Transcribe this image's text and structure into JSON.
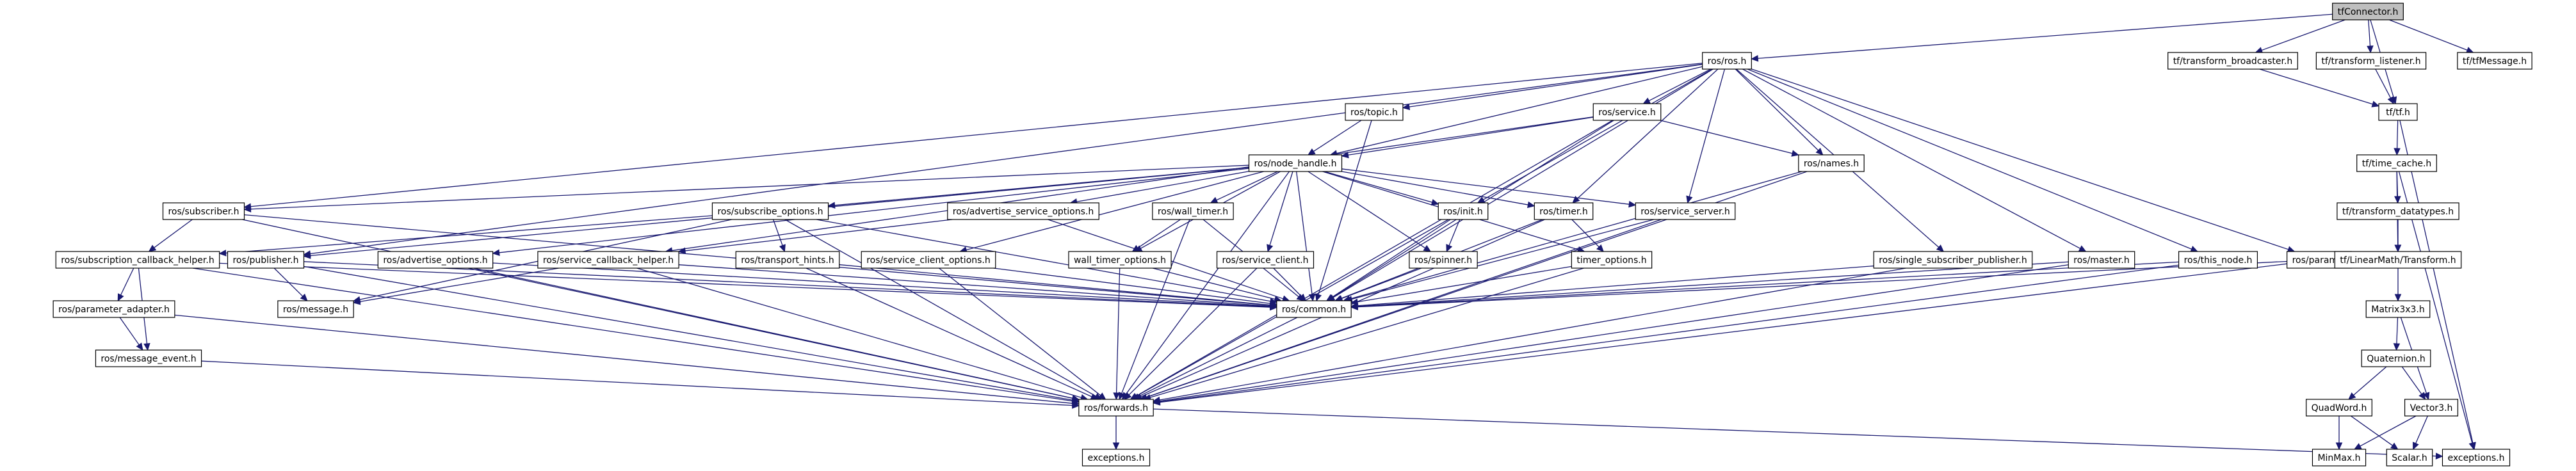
{
  "colors": {
    "edge": "#191970",
    "node_border": "#000000",
    "root_fill": "#bfbfbf",
    "node_fill": "#ffffff",
    "external_border": "#bfbfbf",
    "text": "#000000"
  },
  "nodes": [
    {
      "id": "tfconnector",
      "label": "tfConnector.h",
      "kind": "root"
    },
    {
      "id": "ros",
      "label": "ros/ros.h",
      "kind": "normal"
    },
    {
      "id": "tf_broadcaster",
      "label": "tf/transform_broadcaster.h",
      "kind": "normal"
    },
    {
      "id": "tf_listener",
      "label": "tf/transform_listener.h",
      "kind": "normal"
    },
    {
      "id": "tfmessage",
      "label": "tf/tfMessage.h",
      "kind": "external"
    },
    {
      "id": "topic",
      "label": "ros/topic.h",
      "kind": "normal"
    },
    {
      "id": "service",
      "label": "ros/service.h",
      "kind": "normal"
    },
    {
      "id": "tf_tf",
      "label": "tf/tf.h",
      "kind": "normal"
    },
    {
      "id": "node_handle",
      "label": "ros/node_handle.h",
      "kind": "normal"
    },
    {
      "id": "names",
      "label": "ros/names.h",
      "kind": "normal"
    },
    {
      "id": "time_cache",
      "label": "tf/time_cache.h",
      "kind": "normal"
    },
    {
      "id": "subscriber",
      "label": "ros/subscriber.h",
      "kind": "normal"
    },
    {
      "id": "subscribe_options",
      "label": "ros/subscribe_options.h",
      "kind": "normal"
    },
    {
      "id": "advertise_service_options",
      "label": "ros/advertise_service_options.h",
      "kind": "normal"
    },
    {
      "id": "wall_timer",
      "label": "ros/wall_timer.h",
      "kind": "normal"
    },
    {
      "id": "init",
      "label": "ros/init.h",
      "kind": "normal"
    },
    {
      "id": "timer",
      "label": "ros/timer.h",
      "kind": "normal"
    },
    {
      "id": "service_server",
      "label": "ros/service_server.h",
      "kind": "normal"
    },
    {
      "id": "transform_datatypes",
      "label": "tf/transform_datatypes.h",
      "kind": "normal"
    },
    {
      "id": "subscription_callback_helper",
      "label": "ros/subscription_callback_helper.h",
      "kind": "normal"
    },
    {
      "id": "publisher",
      "label": "ros/publisher.h",
      "kind": "normal"
    },
    {
      "id": "advertise_options",
      "label": "ros/advertise_options.h",
      "kind": "normal"
    },
    {
      "id": "service_callback_helper",
      "label": "ros/service_callback_helper.h",
      "kind": "normal"
    },
    {
      "id": "transport_hints",
      "label": "ros/transport_hints.h",
      "kind": "normal"
    },
    {
      "id": "service_client_options",
      "label": "ros/service_client_options.h",
      "kind": "normal"
    },
    {
      "id": "wall_timer_options",
      "label": "wall_timer_options.h",
      "kind": "normal"
    },
    {
      "id": "service_client",
      "label": "ros/service_client.h",
      "kind": "normal"
    },
    {
      "id": "spinner",
      "label": "ros/spinner.h",
      "kind": "normal"
    },
    {
      "id": "timer_options",
      "label": "timer_options.h",
      "kind": "normal"
    },
    {
      "id": "single_subscriber_publisher",
      "label": "ros/single_subscriber_publisher.h",
      "kind": "normal"
    },
    {
      "id": "master",
      "label": "ros/master.h",
      "kind": "normal"
    },
    {
      "id": "this_node",
      "label": "ros/this_node.h",
      "kind": "normal"
    },
    {
      "id": "param",
      "label": "ros/param.h",
      "kind": "normal"
    },
    {
      "id": "linearmath_transform",
      "label": "tf/LinearMath/Transform.h",
      "kind": "normal"
    },
    {
      "id": "parameter_adapter",
      "label": "ros/parameter_adapter.h",
      "kind": "normal"
    },
    {
      "id": "message",
      "label": "ros/message.h",
      "kind": "normal"
    },
    {
      "id": "common",
      "label": "ros/common.h",
      "kind": "normal"
    },
    {
      "id": "matrix3x3",
      "label": "Matrix3x3.h",
      "kind": "normal"
    },
    {
      "id": "message_event",
      "label": "ros/message_event.h",
      "kind": "normal"
    },
    {
      "id": "quaternion",
      "label": "Quaternion.h",
      "kind": "normal"
    },
    {
      "id": "forwards",
      "label": "ros/forwards.h",
      "kind": "normal"
    },
    {
      "id": "quadword",
      "label": "QuadWord.h",
      "kind": "normal"
    },
    {
      "id": "vector3",
      "label": "Vector3.h",
      "kind": "normal"
    },
    {
      "id": "exceptions_ros",
      "label": "exceptions.h",
      "kind": "normal"
    },
    {
      "id": "minmax",
      "label": "MinMax.h",
      "kind": "normal"
    },
    {
      "id": "scalar",
      "label": "Scalar.h",
      "kind": "normal"
    },
    {
      "id": "exceptions_tf",
      "label": "exceptions.h",
      "kind": "normal"
    }
  ],
  "edges": [
    [
      "tfconnector",
      "ros"
    ],
    [
      "tfconnector",
      "tf_broadcaster"
    ],
    [
      "tfconnector",
      "tf_listener"
    ],
    [
      "tfconnector",
      "tfmessage"
    ],
    [
      "tfconnector",
      "tf_tf"
    ],
    [
      "tf_broadcaster",
      "tf_tf"
    ],
    [
      "tf_listener",
      "tf_tf"
    ],
    [
      "tf_tf",
      "time_cache"
    ],
    [
      "tf_tf",
      "exceptions_tf"
    ],
    [
      "time_cache",
      "transform_datatypes"
    ],
    [
      "time_cache",
      "linearmath_transform"
    ],
    [
      "time_cache",
      "exceptions_tf"
    ],
    [
      "transform_datatypes",
      "linearmath_transform"
    ],
    [
      "linearmath_transform",
      "matrix3x3"
    ],
    [
      "matrix3x3",
      "quaternion"
    ],
    [
      "matrix3x3",
      "vector3"
    ],
    [
      "quaternion",
      "quadword"
    ],
    [
      "quaternion",
      "vector3"
    ],
    [
      "quadword",
      "minmax"
    ],
    [
      "quadword",
      "scalar"
    ],
    [
      "vector3",
      "scalar"
    ],
    [
      "vector3",
      "minmax"
    ],
    [
      "ros",
      "topic"
    ],
    [
      "ros",
      "service"
    ],
    [
      "ros",
      "node_handle"
    ],
    [
      "ros",
      "names"
    ],
    [
      "ros",
      "subscriber"
    ],
    [
      "ros",
      "publisher"
    ],
    [
      "ros",
      "init"
    ],
    [
      "ros",
      "service_server"
    ],
    [
      "ros",
      "single_subscriber_publisher"
    ],
    [
      "ros",
      "master"
    ],
    [
      "ros",
      "this_node"
    ],
    [
      "ros",
      "param"
    ],
    [
      "ros",
      "common"
    ],
    [
      "ros",
      "timer"
    ],
    [
      "topic",
      "node_handle"
    ],
    [
      "topic",
      "common"
    ],
    [
      "service",
      "node_handle"
    ],
    [
      "service",
      "names"
    ],
    [
      "service",
      "common"
    ],
    [
      "service",
      "forwards"
    ],
    [
      "service",
      "service_callback_helper"
    ],
    [
      "names",
      "common"
    ],
    [
      "names",
      "forwards"
    ],
    [
      "node_handle",
      "subscriber"
    ],
    [
      "node_handle",
      "subscribe_options"
    ],
    [
      "node_handle",
      "advertise_service_options"
    ],
    [
      "node_handle",
      "wall_timer"
    ],
    [
      "node_handle",
      "init"
    ],
    [
      "node_handle",
      "timer"
    ],
    [
      "node_handle",
      "service_server"
    ],
    [
      "node_handle",
      "publisher"
    ],
    [
      "node_handle",
      "advertise_options"
    ],
    [
      "node_handle",
      "service_client_options"
    ],
    [
      "node_handle",
      "wall_timer_options"
    ],
    [
      "node_handle",
      "service_client"
    ],
    [
      "node_handle",
      "spinner"
    ],
    [
      "node_handle",
      "timer_options"
    ],
    [
      "node_handle",
      "common"
    ],
    [
      "node_handle",
      "forwards"
    ],
    [
      "subscriber",
      "subscription_callback_helper"
    ],
    [
      "subscriber",
      "common"
    ],
    [
      "subscriber",
      "forwards"
    ],
    [
      "subscribe_options",
      "subscription_callback_helper"
    ],
    [
      "subscribe_options",
      "transport_hints"
    ],
    [
      "subscribe_options",
      "message"
    ],
    [
      "subscribe_options",
      "common"
    ],
    [
      "subscribe_options",
      "forwards"
    ],
    [
      "advertise_service_options",
      "service_callback_helper"
    ],
    [
      "advertise_service_options",
      "common"
    ],
    [
      "wall_timer",
      "wall_timer_options"
    ],
    [
      "wall_timer",
      "common"
    ],
    [
      "wall_timer",
      "forwards"
    ],
    [
      "init",
      "spinner"
    ],
    [
      "init",
      "common"
    ],
    [
      "init",
      "forwards"
    ],
    [
      "timer",
      "timer_options"
    ],
    [
      "timer",
      "common"
    ],
    [
      "timer",
      "forwards"
    ],
    [
      "service_server",
      "common"
    ],
    [
      "service_server",
      "forwards"
    ],
    [
      "subscription_callback_helper",
      "parameter_adapter"
    ],
    [
      "subscription_callback_helper",
      "message_event"
    ],
    [
      "subscription_callback_helper",
      "common"
    ],
    [
      "subscription_callback_helper",
      "forwards"
    ],
    [
      "publisher",
      "message"
    ],
    [
      "publisher",
      "common"
    ],
    [
      "publisher",
      "forwards"
    ],
    [
      "advertise_options",
      "common"
    ],
    [
      "advertise_options",
      "forwards"
    ],
    [
      "service_callback_helper",
      "message"
    ],
    [
      "service_callback_helper",
      "common"
    ],
    [
      "service_callback_helper",
      "forwards"
    ],
    [
      "transport_hints",
      "common"
    ],
    [
      "transport_hints",
      "forwards"
    ],
    [
      "service_client_options",
      "common"
    ],
    [
      "service_client_options",
      "forwards"
    ],
    [
      "wall_timer_options",
      "common"
    ],
    [
      "wall_timer_options",
      "forwards"
    ],
    [
      "service_client",
      "common"
    ],
    [
      "service_client",
      "forwards"
    ],
    [
      "spinner",
      "common"
    ],
    [
      "timer_options",
      "common"
    ],
    [
      "timer_options",
      "forwards"
    ],
    [
      "single_subscriber_publisher",
      "common"
    ],
    [
      "single_subscriber_publisher",
      "forwards"
    ],
    [
      "master",
      "common"
    ],
    [
      "master",
      "forwards"
    ],
    [
      "this_node",
      "common"
    ],
    [
      "this_node",
      "forwards"
    ],
    [
      "param",
      "common"
    ],
    [
      "param",
      "forwards"
    ],
    [
      "parameter_adapter",
      "message_event"
    ],
    [
      "parameter_adapter",
      "forwards"
    ],
    [
      "message_event",
      "forwards"
    ],
    [
      "common",
      "forwards"
    ],
    [
      "forwards",
      "exceptions_ros"
    ],
    [
      "forwards",
      "exceptions_tf"
    ]
  ]
}
